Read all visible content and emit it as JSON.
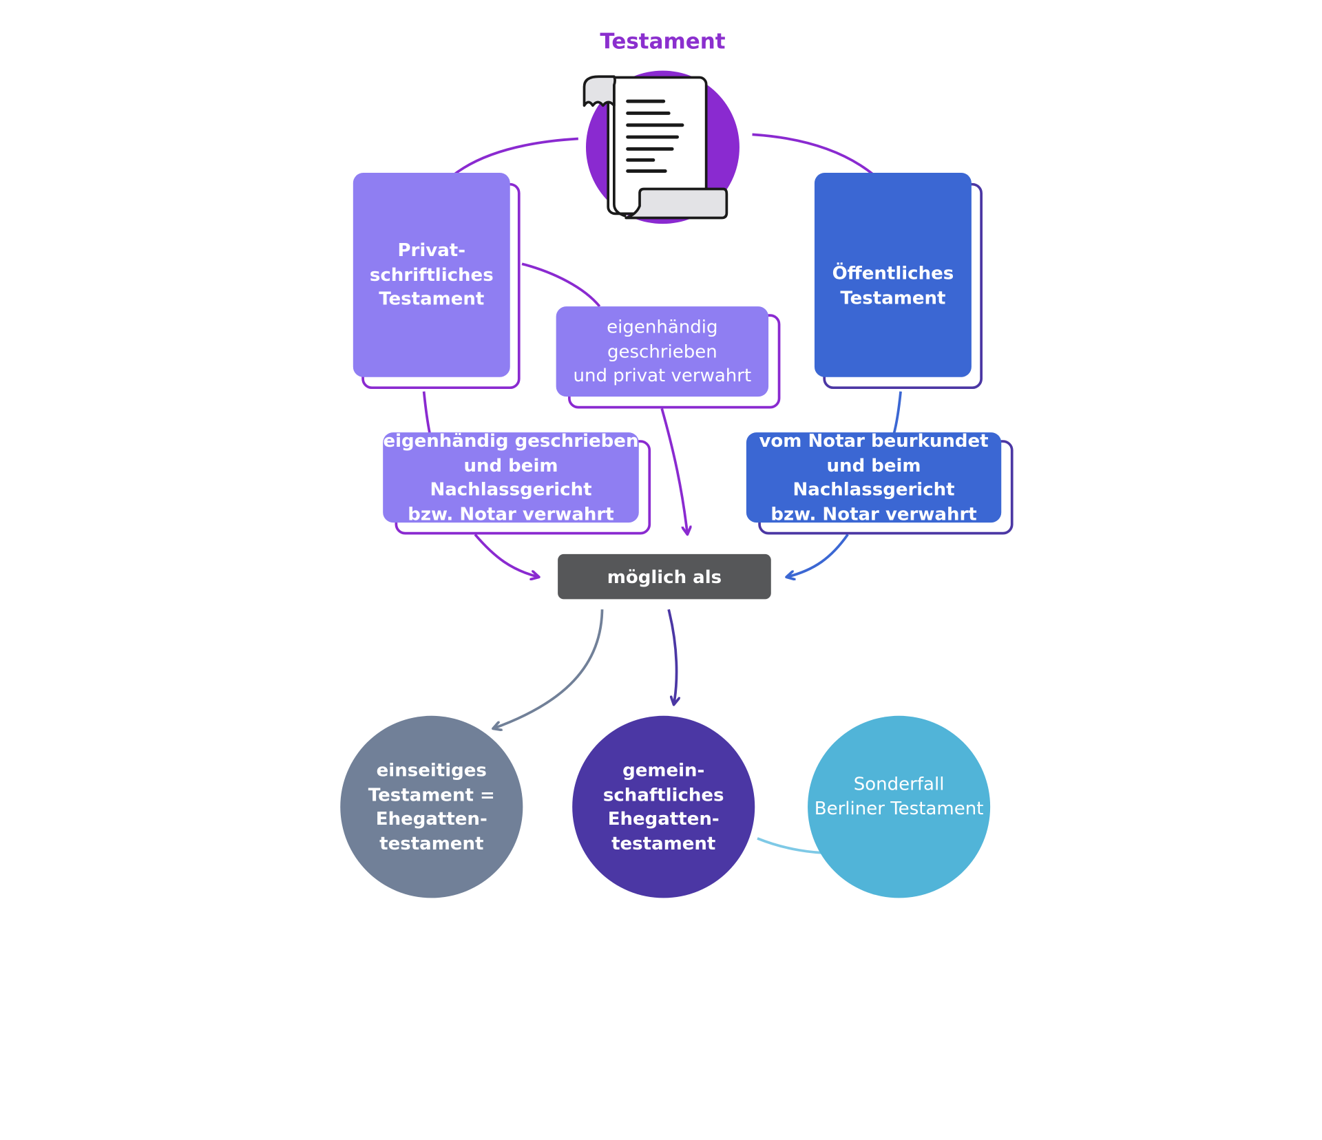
{
  "title": "Testament",
  "nodes": {
    "privat": "Privat-\nschriftliches\nTestament",
    "oeffentlich": "Öffentliches\nTestament",
    "privat_verwahrt": "eigenhändig\ngeschrieben\nund privat verwahrt",
    "gericht_verwahrt": "eigenhändig geschrieben\nund beim Nachlassgericht\nbzw. Notar verwahrt",
    "notar_verwahrt": "vom Notar beurkundet\nund beim Nachlassgericht\nbzw. Notar verwahrt",
    "moeglich_als": "möglich als",
    "einseitig": "einseitiges\nTestament =\nEhegatten-\ntestament",
    "gemeinschaftlich": "gemein-\nschaftliches\nEhegatten-\ntestament",
    "berliner": "Sonderfall\nBerliner Testament"
  },
  "colors": {
    "title": "#8b2fce",
    "purple_light": "#8f7ef2",
    "purple_dark": "#8a2ad0",
    "blue": "#3b67d3",
    "indigo": "#4b37a4",
    "gray_pill": "#565759",
    "slate": "#718098",
    "cyan": "#51b4d8"
  },
  "icons": {
    "document": "scroll-document-icon"
  }
}
